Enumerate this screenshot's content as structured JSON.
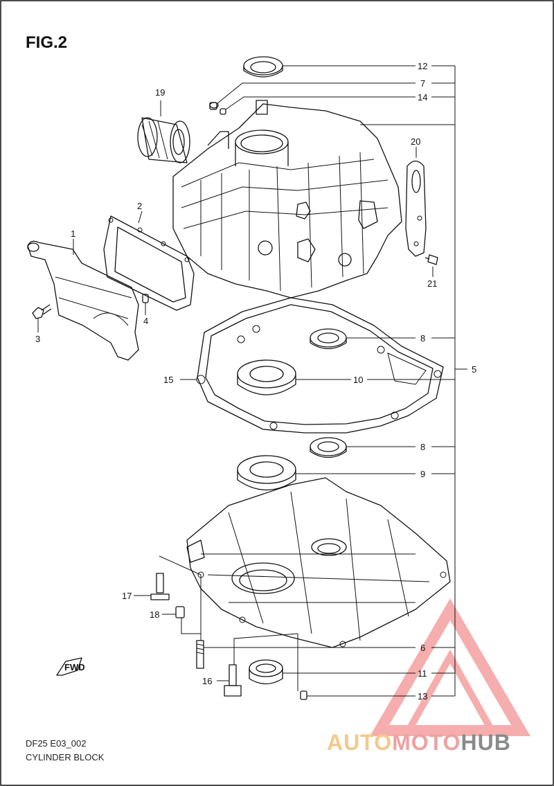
{
  "figure": {
    "title": "FIG.2",
    "model_code": "DF25 E03_002",
    "caption": "CYLINDER BLOCK"
  },
  "watermark": {
    "text_part1": "AUTO",
    "text_part2": "MOTO",
    "text_part3": "HUB",
    "colors": {
      "auto": "#f5c98b",
      "moto": "#f0a0a0",
      "hub": "#8a8a8a",
      "triangle": "#f08080"
    }
  },
  "callouts": {
    "c1": "1",
    "c2": "2",
    "c3": "3",
    "c4": "4",
    "c5": "5",
    "c6": "6",
    "c7": "7",
    "c8a": "8",
    "c8b": "8",
    "c9": "9",
    "c10": "10",
    "c11": "11",
    "c12": "12",
    "c13": "13",
    "c14": "14",
    "c15": "15",
    "c16": "16",
    "c17": "17",
    "c18": "18",
    "c19": "19",
    "c20": "20",
    "c21": "21"
  },
  "fwd_label": "FWD"
}
